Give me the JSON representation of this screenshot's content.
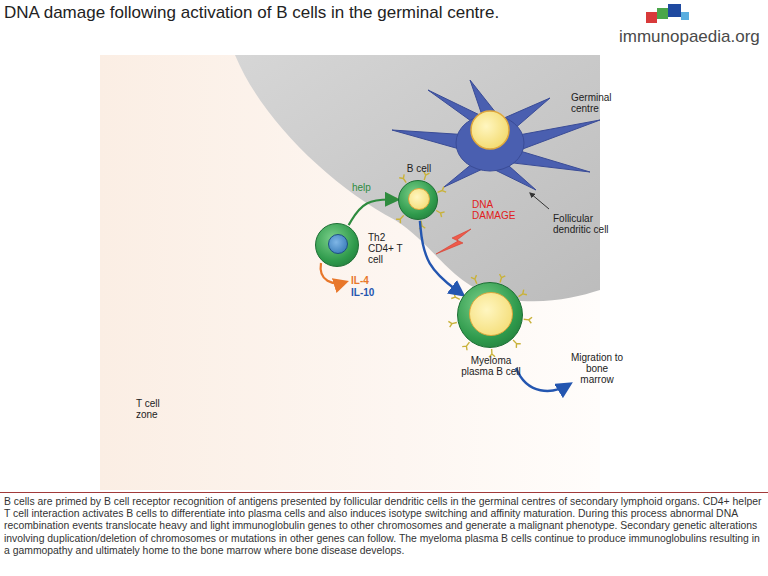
{
  "diagram": {
    "title": "DNA damage following activation of B cells in the germinal centre.",
    "caption": "B cells are primed by B cell receptor recognition of antigens presented by follicular dendritic cells in the germinal centres of secondary lymphoid organs. CD4+ helper T cell interaction activates B cells to differentiate into plasma cells and also induces isotype switching and affinity maturation. During this process abnormal DNA recombination events translocate heavy and light immunoglobulin genes to other chromosomes and generate a malignant phenotype. Secondary genetic alterations involving duplication/deletion of chromosomes or mutations in other genes can follow. The myeloma plasma B cells continue to produce immunoglobulins resulting in a gammopathy and ultimately home to the bone marrow where bone disease develops.",
    "nodes": [
      {
        "text": [
          "Germinal centre"
        ]
      },
      {
        "text": [
          "Follicular dendritic cell"
        ],
        "in": 0
      },
      {
        "text": [
          "B cell"
        ]
      },
      {
        "text": [
          "Th2 CD4+ T cell"
        ]
      },
      {
        "text": [
          "Myeloma plasma B cell"
        ]
      }
    ],
    "edges": [
      {
        "from": 3,
        "to": 2,
        "label": "help",
        "arrow": "to"
      },
      {
        "from": 2,
        "to": 4,
        "arrow": "to"
      }
    ],
    "labels": [
      "immunopaedia.org",
      "DNA DAMAGE",
      "IL-4",
      "IL-10",
      "Migration to bone marrow",
      "T cell zone"
    ]
  }
}
